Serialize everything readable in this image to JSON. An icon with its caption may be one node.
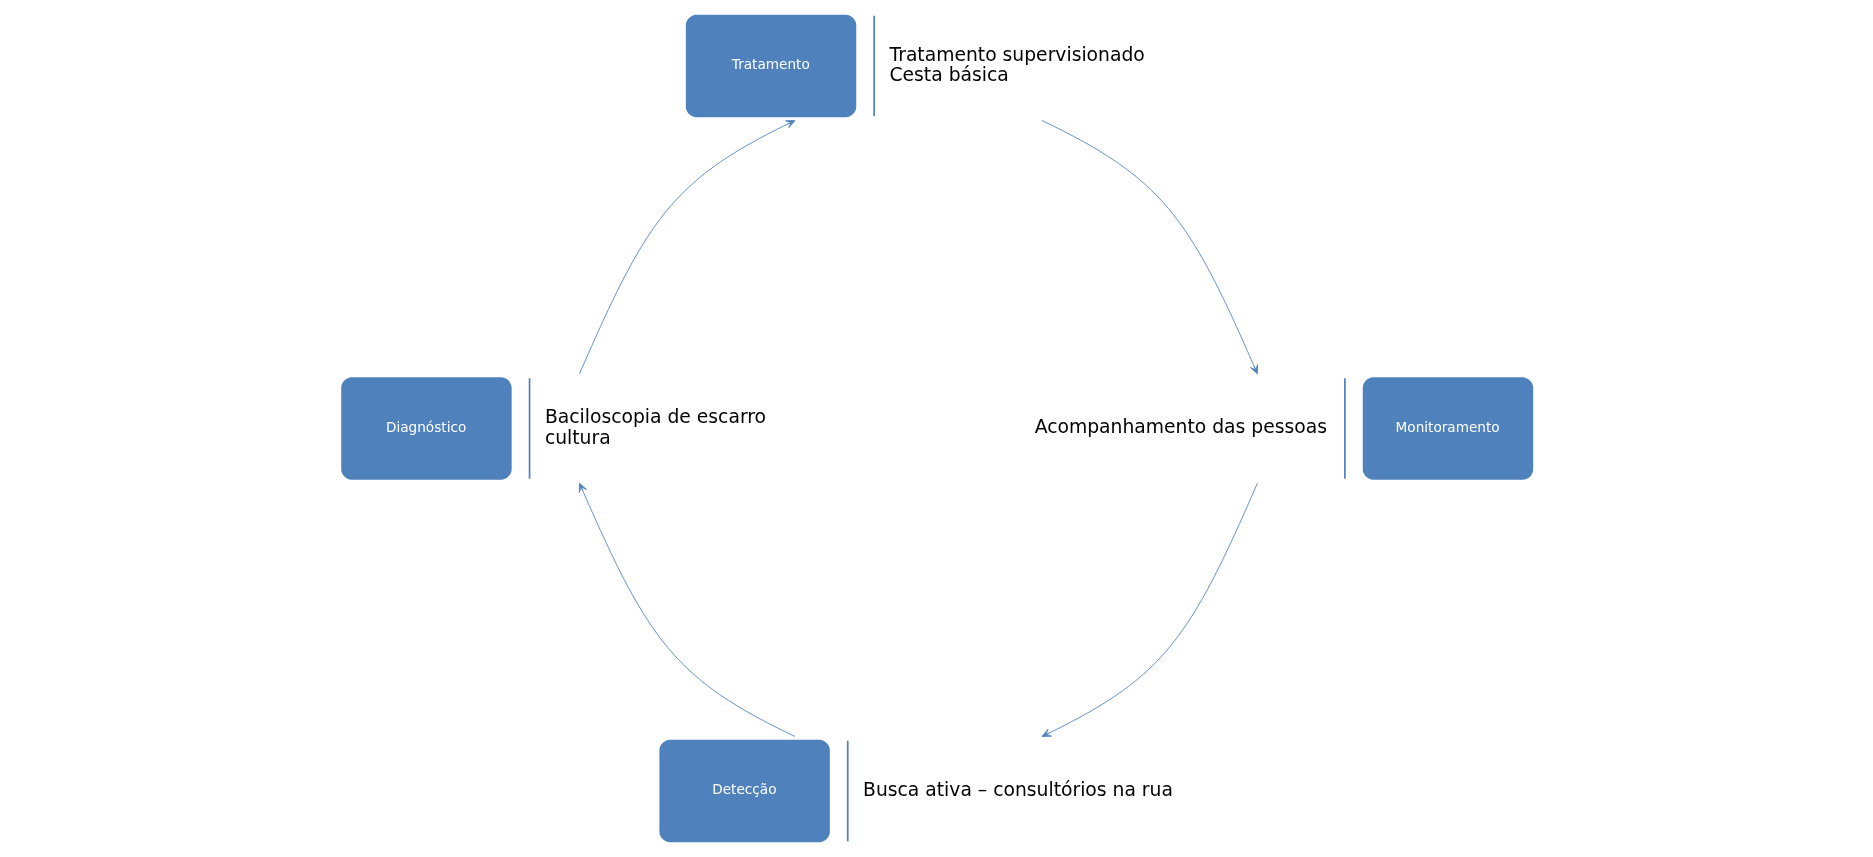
{
  "diagram": {
    "nodes": [
      {
        "text": [
          "Detecção"
        ],
        "beside": [
          "Busca ativa – consultórios na rua"
        ]
      },
      {
        "text": [
          "Diagnóstico"
        ],
        "beside": [
          "Baciloscopia de escarro",
          "cultura"
        ]
      },
      {
        "text": [
          "Tratamento"
        ],
        "beside": [
          "Tratamento supervisionado",
          "Cesta básica"
        ]
      },
      {
        "text": [
          "Monitoramento"
        ],
        "beside": [
          "Acompanhamento das pessoas"
        ]
      }
    ],
    "edges": [
      {
        "from": 0,
        "to": 1,
        "arrow": "to"
      },
      {
        "from": 1,
        "to": 2,
        "arrow": "to"
      },
      {
        "from": 2,
        "to": 3,
        "arrow": "to"
      },
      {
        "from": 3,
        "to": 0,
        "arrow": "to"
      }
    ]
  }
}
